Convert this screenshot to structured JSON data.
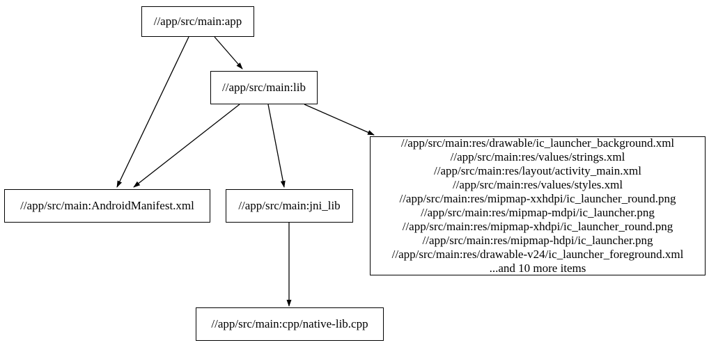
{
  "graph": {
    "type": "directed-dependency-graph",
    "background_color": "#ffffff",
    "node_border_color": "#000000",
    "edge_color": "#000000",
    "nodes": {
      "app": {
        "label": "//app/src/main:app"
      },
      "lib": {
        "label": "//app/src/main:lib"
      },
      "android_manifest": {
        "label": "//app/src/main:AndroidManifest.xml"
      },
      "jni_lib": {
        "label": "//app/src/main:jni_lib"
      },
      "resources": {
        "lines": [
          "//app/src/main:res/drawable/ic_launcher_background.xml",
          "//app/src/main:res/values/strings.xml",
          "//app/src/main:res/layout/activity_main.xml",
          "//app/src/main:res/values/styles.xml",
          "//app/src/main:res/mipmap-xxhdpi/ic_launcher_round.png",
          "//app/src/main:res/mipmap-mdpi/ic_launcher.png",
          "//app/src/main:res/mipmap-xhdpi/ic_launcher_round.png",
          "//app/src/main:res/mipmap-hdpi/ic_launcher.png",
          "//app/src/main:res/drawable-v24/ic_launcher_foreground.xml",
          "...and 10 more items"
        ]
      },
      "native_lib_cpp": {
        "label": "//app/src/main:cpp/native-lib.cpp"
      }
    },
    "edges": [
      {
        "from": "app",
        "to": "lib"
      },
      {
        "from": "app",
        "to": "android_manifest"
      },
      {
        "from": "lib",
        "to": "android_manifest"
      },
      {
        "from": "lib",
        "to": "jni_lib"
      },
      {
        "from": "lib",
        "to": "resources"
      },
      {
        "from": "jni_lib",
        "to": "native_lib_cpp"
      }
    ]
  }
}
